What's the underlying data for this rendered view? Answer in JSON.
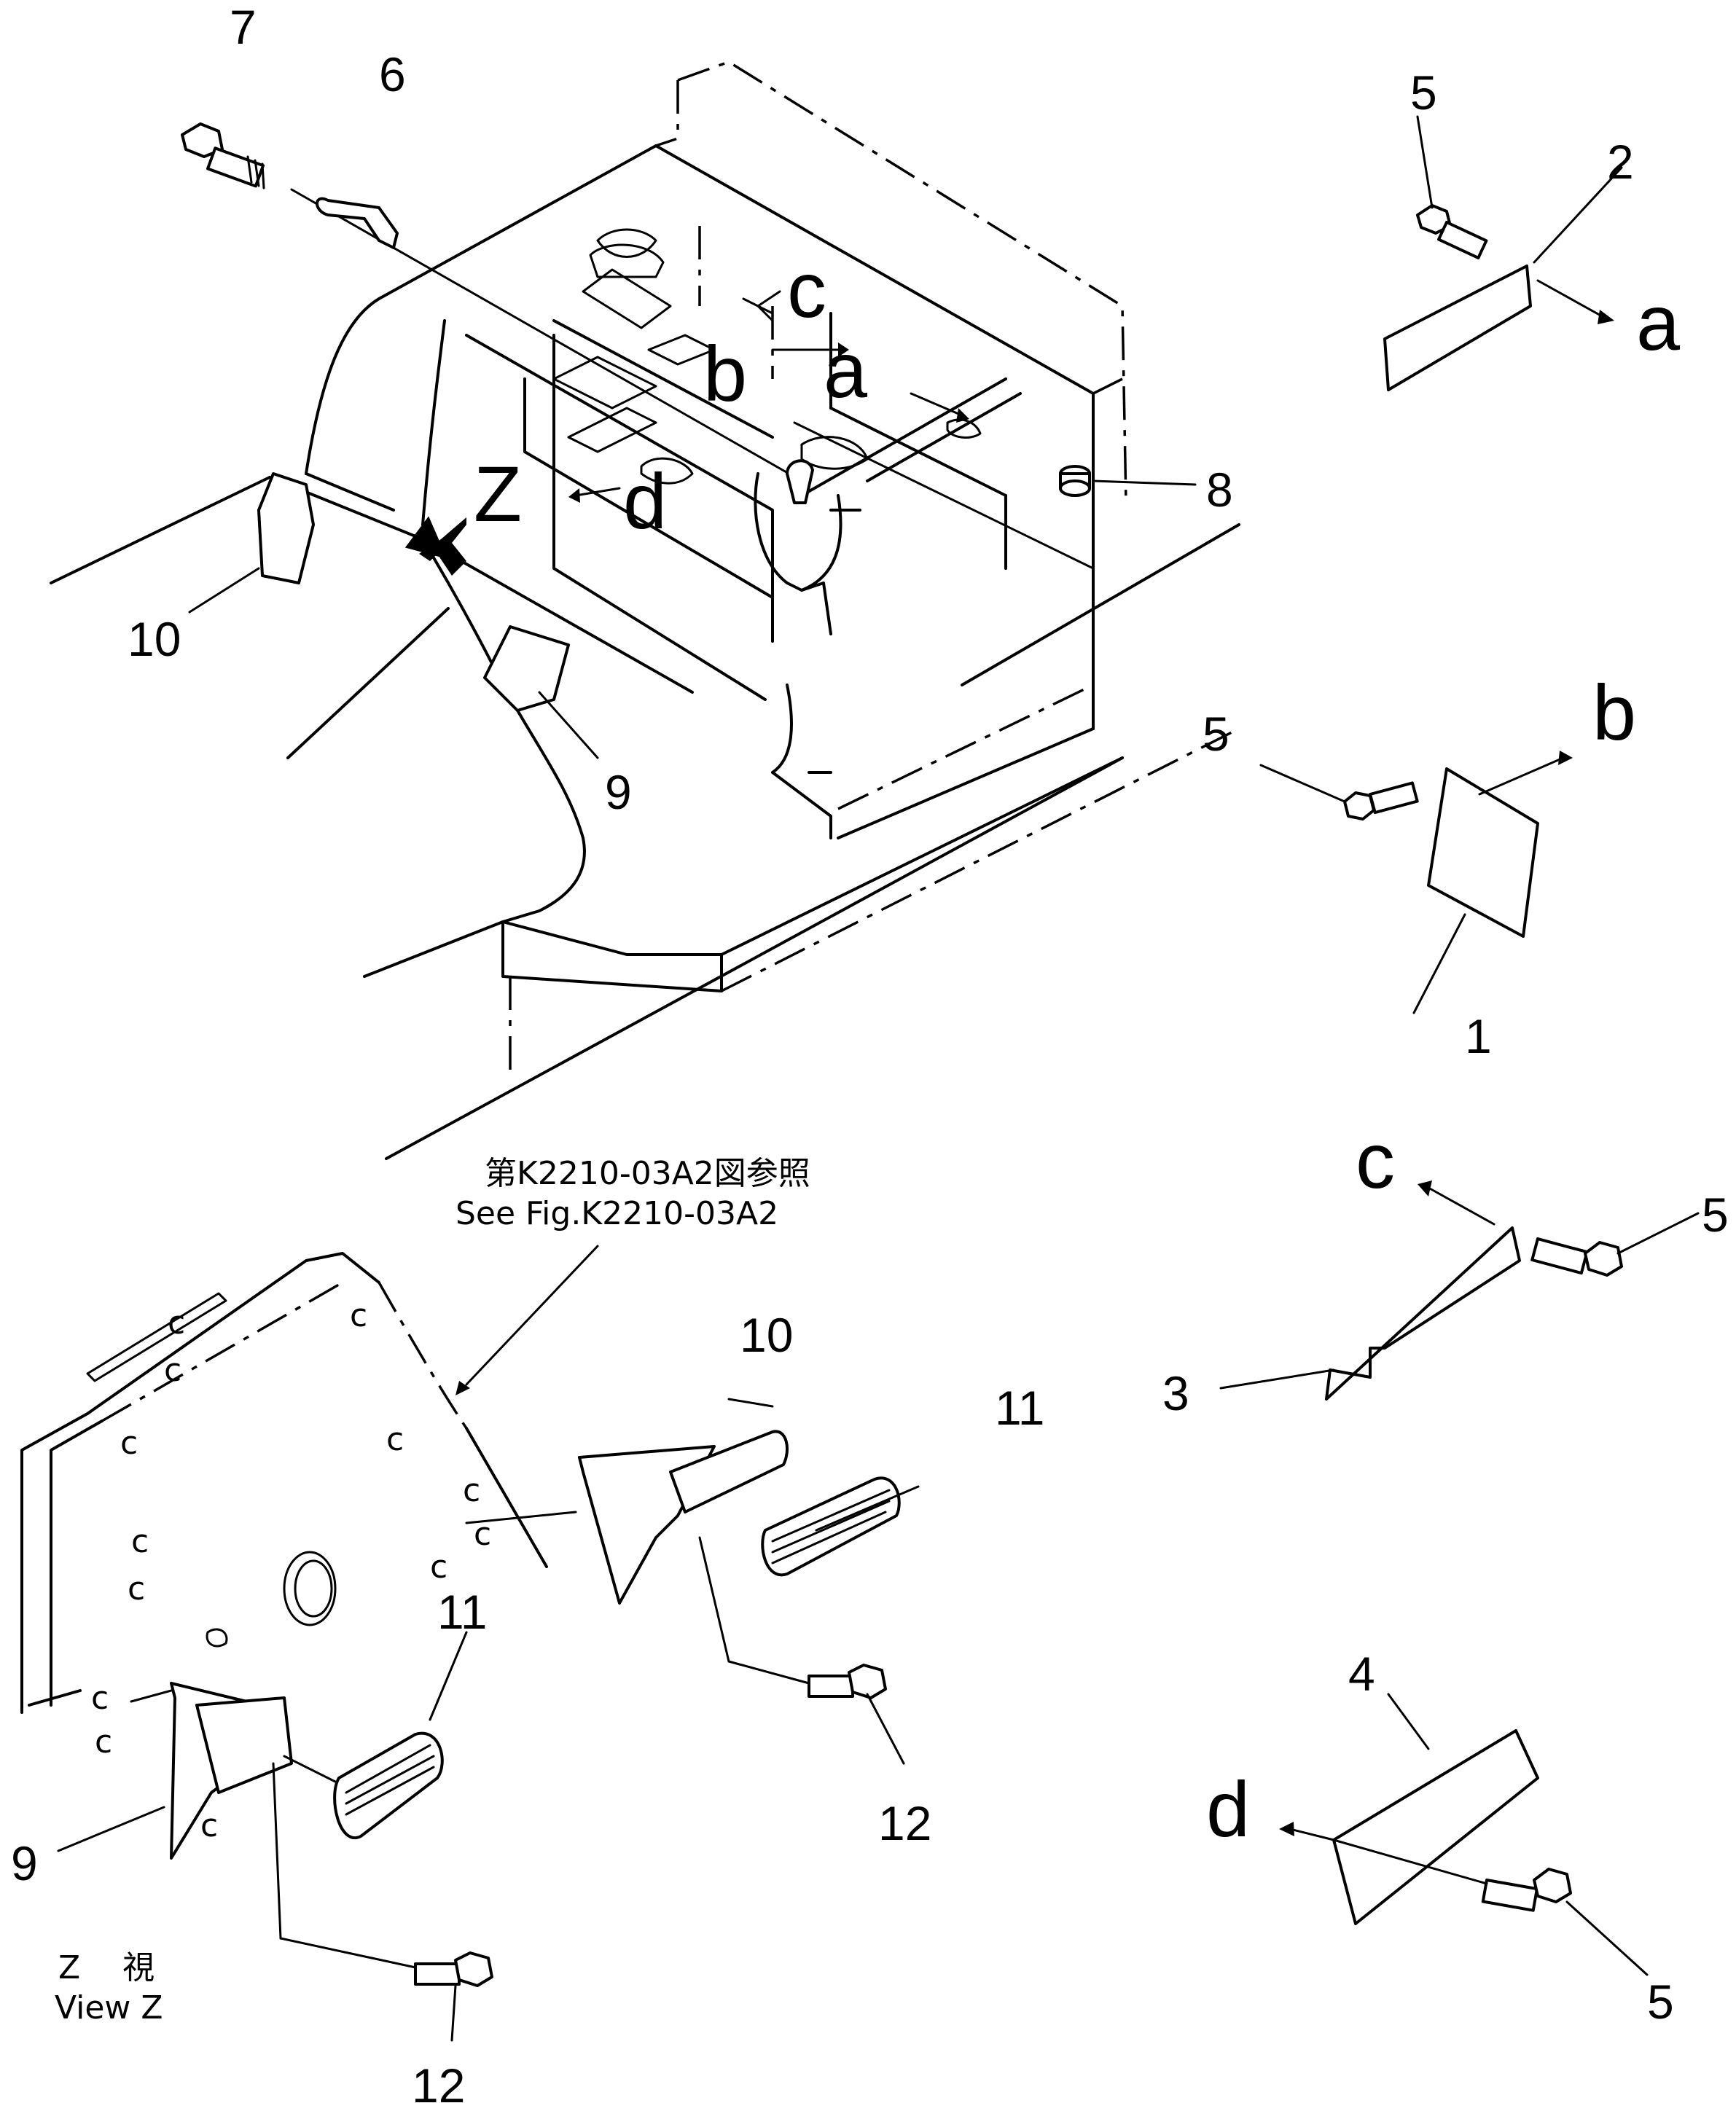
{
  "callouts": {
    "n1": "1",
    "n2": "2",
    "n3": "3",
    "n4": "4",
    "n5a": "5",
    "n5b": "5",
    "n5c": "5",
    "n5d": "5",
    "n6": "6",
    "n7": "7",
    "n8": "8",
    "n9a": "9",
    "n9b": "9",
    "n10a": "10",
    "n10b": "10",
    "n11a": "11",
    "n11b": "11",
    "n12a": "12",
    "n12b": "12"
  },
  "view_letters": {
    "a_main": "a",
    "b_main": "b",
    "c_main": "c",
    "d_main": "d",
    "z_main": "Z",
    "a_cover": "a",
    "b_cover": "b",
    "c_cover": "c",
    "d_cover": "d"
  },
  "reference": {
    "jp": "第K2210-03A2図参照",
    "en": "See Fig.K2210-03A2"
  },
  "view_label": {
    "jp": "Z　 視",
    "en": "View Z"
  }
}
